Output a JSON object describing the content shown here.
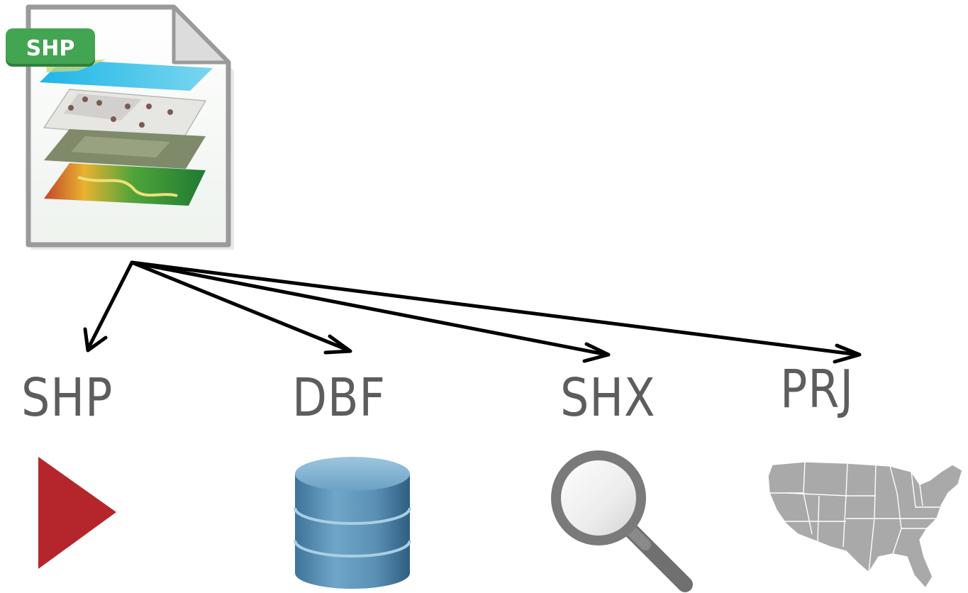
{
  "file_icon": {
    "badge": "SHP",
    "name": "shapefile-document-icon"
  },
  "components": [
    {
      "id": "shp",
      "label": "SHP",
      "icon": "play-triangle-icon"
    },
    {
      "id": "dbf",
      "label": "DBF",
      "icon": "database-cylinder-icon"
    },
    {
      "id": "shx",
      "label": "SHX",
      "icon": "magnifier-icon"
    },
    {
      "id": "prj",
      "label": "PRJ",
      "icon": "usa-map-icon"
    }
  ],
  "colors": {
    "badge": "#3f9f4f",
    "label_text": "#5d5d5d",
    "play_icon": "#b5262c",
    "database": "#5a8fb0",
    "map": "#a9a9a9",
    "arrow": "#000000"
  }
}
